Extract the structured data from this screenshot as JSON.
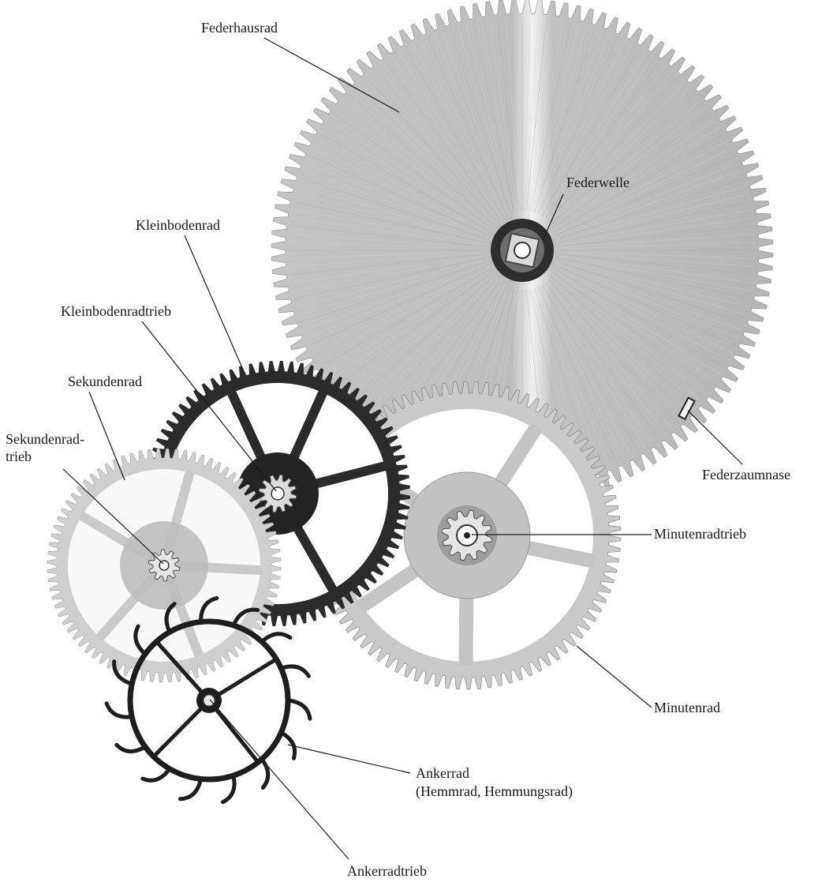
{
  "labels": {
    "federhausrad": "Federhausrad",
    "federwelle": "Federwelle",
    "kleinbodenrad": "Kleinbodenrad",
    "kleinbodenradtrieb": "Kleinbodenradtrieb",
    "sekundenrad": "Sekundenrad",
    "sekundenradtrieb_line1": "Sekundenrad-",
    "sekundenradtrieb_line2": "trieb",
    "federzaumnase": "Federzaumnase",
    "minutenradtrieb": "Minutenradtrieb",
    "minutenrad": "Minutenrad",
    "ankerrad_line1": "Ankerrad",
    "ankerrad_line2": "(Hemmrad, Hemmungsrad)",
    "ankerradtrieb": "Ankerradtrieb"
  },
  "colors": {
    "background": "#ffffff",
    "silver_gear": "#c9c9c9",
    "silver_gear_dark": "#9a9a9a",
    "dark_gear": "#2b2b2b",
    "leader_line": "#1a1a1a",
    "text": "#1a1a1a"
  }
}
